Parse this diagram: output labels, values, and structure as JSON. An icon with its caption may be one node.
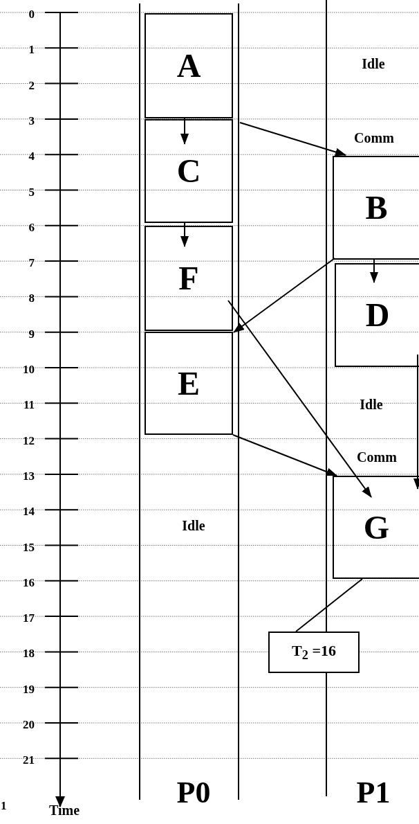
{
  "diagram": {
    "nodes": [
      {
        "text": [
          "A"
        ]
      },
      {
        "text": [
          "C"
        ]
      },
      {
        "text": [
          "F"
        ]
      },
      {
        "text": [
          "E"
        ]
      },
      {
        "text": [
          "B"
        ]
      },
      {
        "text": [
          "D"
        ]
      },
      {
        "text": [
          "G"
        ]
      },
      {
        "text": [
          "T$_{2}$ =16"
        ]
      }
    ],
    "edges": [
      {
        "from": 0,
        "to": 1,
        "arrow": "to"
      },
      {
        "from": 1,
        "to": 2,
        "arrow": "to"
      },
      {
        "from": 0,
        "to": 4,
        "arrow": "to"
      },
      {
        "from": 4,
        "to": 3,
        "arrow": "to"
      },
      {
        "from": 4,
        "to": 5,
        "arrow": "to"
      },
      {
        "from": 2,
        "to": 6,
        "arrow": "to"
      },
      {
        "from": 3,
        "to": 6,
        "arrow": "to"
      },
      {
        "from": 5,
        "to": 6,
        "arrow": "to"
      },
      {
        "from": 7,
        "to": 6,
        "arrow": "none"
      }
    ],
    "labels": [
      "0",
      "1",
      "2",
      "3",
      "4",
      "5",
      "6",
      "7",
      "8",
      "9",
      "10",
      "11",
      "12",
      "13",
      "14",
      "15",
      "16",
      "17",
      "18",
      "19",
      "20",
      "21",
      "Idle",
      "Comm",
      "Idle",
      "Comm",
      "Idle",
      "1",
      "Time",
      "P0",
      "P1"
    ]
  }
}
